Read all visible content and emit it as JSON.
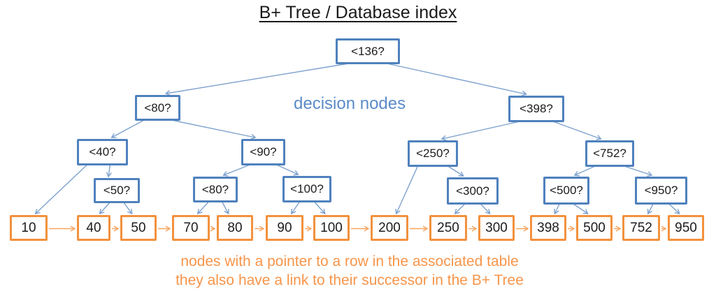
{
  "title": "B+ Tree / Database index",
  "annotations": {
    "decision_nodes_label": "decision nodes",
    "leaf_note_line1": "nodes with a pointer to a row in the associated table",
    "leaf_note_line2": "they also have a link to their successor in the B+ Tree"
  },
  "colors": {
    "decision_border": "#4f81bd",
    "connector": "#7da1ce",
    "decision_label": "#5b8bc9",
    "leaf_border": "#f2913d",
    "leaf_link": "#f8a45f",
    "note": "#f7954a"
  },
  "decision_nodes": [
    {
      "id": "n136",
      "label": "<136?"
    },
    {
      "id": "n80a",
      "label": "<80?"
    },
    {
      "id": "n398",
      "label": "<398?"
    },
    {
      "id": "n40",
      "label": "<40?"
    },
    {
      "id": "n90",
      "label": "<90?"
    },
    {
      "id": "n250",
      "label": "<250?"
    },
    {
      "id": "n752",
      "label": "<752?"
    },
    {
      "id": "n50",
      "label": "<50?"
    },
    {
      "id": "n80b",
      "label": "<80?"
    },
    {
      "id": "n100",
      "label": "<100?"
    },
    {
      "id": "n300",
      "label": "<300?"
    },
    {
      "id": "n500",
      "label": "<500?"
    },
    {
      "id": "n950",
      "label": "<950?"
    }
  ],
  "leaf_nodes": [
    {
      "id": "l10",
      "label": "10"
    },
    {
      "id": "l40",
      "label": "40"
    },
    {
      "id": "l50",
      "label": "50"
    },
    {
      "id": "l70",
      "label": "70"
    },
    {
      "id": "l80",
      "label": "80"
    },
    {
      "id": "l90",
      "label": "90"
    },
    {
      "id": "l100",
      "label": "100"
    },
    {
      "id": "l200",
      "label": "200"
    },
    {
      "id": "l250",
      "label": "250"
    },
    {
      "id": "l300",
      "label": "300"
    },
    {
      "id": "l398",
      "label": "398"
    },
    {
      "id": "l500",
      "label": "500"
    },
    {
      "id": "l752",
      "label": "752"
    },
    {
      "id": "l950",
      "label": "950"
    }
  ],
  "edges": [
    [
      "n136",
      "n80a"
    ],
    [
      "n136",
      "n398"
    ],
    [
      "n80a",
      "n40"
    ],
    [
      "n80a",
      "n90"
    ],
    [
      "n398",
      "n250"
    ],
    [
      "n398",
      "n752"
    ],
    [
      "n40",
      "l10"
    ],
    [
      "n40",
      "n50"
    ],
    [
      "n90",
      "n80b"
    ],
    [
      "n90",
      "n100"
    ],
    [
      "n250",
      "l200"
    ],
    [
      "n250",
      "n300"
    ],
    [
      "n752",
      "n500"
    ],
    [
      "n752",
      "n950"
    ],
    [
      "n50",
      "l40"
    ],
    [
      "n50",
      "l50"
    ],
    [
      "n80b",
      "l70"
    ],
    [
      "n80b",
      "l80"
    ],
    [
      "n100",
      "l90"
    ],
    [
      "n100",
      "l100"
    ],
    [
      "n300",
      "l250"
    ],
    [
      "n300",
      "l300"
    ],
    [
      "n500",
      "l398"
    ],
    [
      "n500",
      "l500"
    ],
    [
      "n950",
      "l752"
    ],
    [
      "n950",
      "l950"
    ]
  ]
}
